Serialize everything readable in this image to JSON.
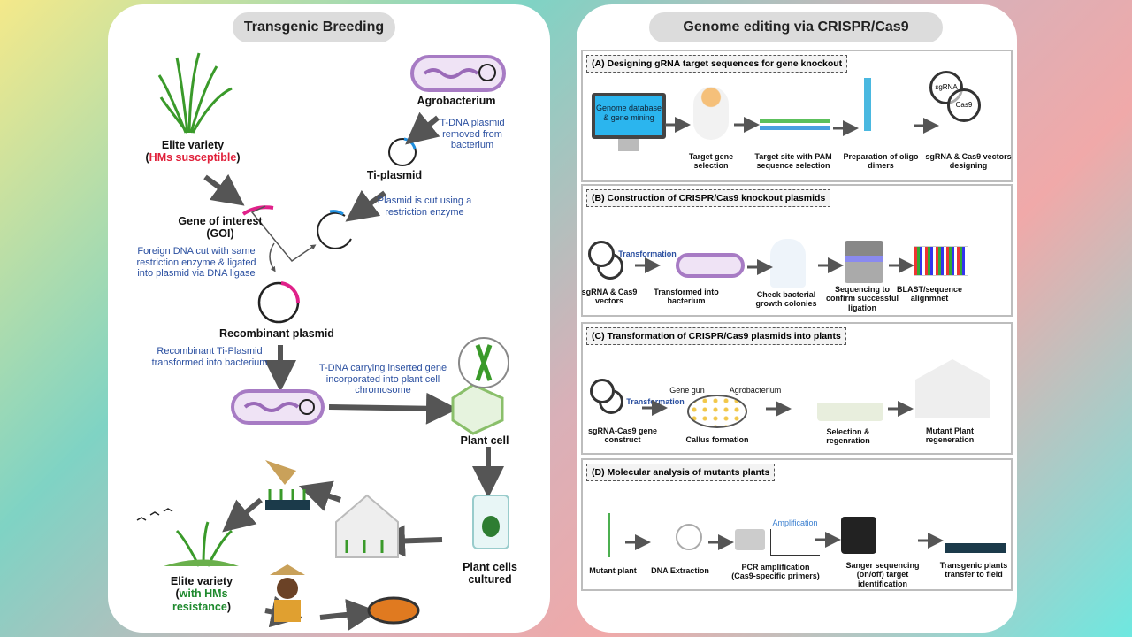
{
  "left": {
    "title": "Transgenic Breeding",
    "elite_variety": "Elite variety",
    "hms_susceptible": "HMs susceptible",
    "agrobacterium": "Agrobacterium",
    "tdna_removed": [
      "T-DNA plasmid",
      "removed from",
      "bacterium"
    ],
    "ti_plasmid": "Ti-plasmid",
    "plasmid_cut": [
      "Plasmid is cut using a",
      "restriction enzyme"
    ],
    "gene_of_interest": [
      "Gene of interest",
      "(GOI)"
    ],
    "foreign_dna": [
      "Foreign DNA cut with same",
      "restriction enzyme & ligated",
      "into plasmid via DNA ligase"
    ],
    "recombinant_plasmid": "Recombinant plasmid",
    "recombinant_ti": [
      "Recombinant Ti-Plasmid",
      "transformed into bacterium"
    ],
    "tdna_carrying": [
      "T-DNA carrying inserted gene",
      "incorporated into plant cell",
      "chromosome"
    ],
    "plant_cell": "Plant cell",
    "plant_cells_cultured": [
      "Plant cells",
      "cultured"
    ],
    "elite_variety_2": "Elite variety",
    "with_hms_resistance": [
      "with HMs",
      "resistance"
    ]
  },
  "right": {
    "title": "Genome editing via CRISPR/Cas9",
    "sections": [
      {
        "heading": "(A) Designing gRNA target sequences for gene knockout",
        "screen_text": [
          "Genome database",
          "& gene mining"
        ],
        "steps": [
          [
            "Target gene",
            "selection"
          ],
          [
            "Target site with PAM",
            "sequence selection"
          ],
          [
            "Preparation of oligo",
            "dimers"
          ],
          [
            "sgRNA & Cas9 vectors",
            "designing"
          ]
        ],
        "sgrna": "sgRNA",
        "cas9": "Cas9"
      },
      {
        "heading": "(B) Construction of CRISPR/Cas9 knockout plasmids",
        "transformation": "Transformation",
        "steps": [
          [
            "sgRNA & Cas9",
            "vectors"
          ],
          [
            "Transformed into",
            "bacterium"
          ],
          [
            "Check bacterial",
            "growth colonies"
          ],
          [
            "Sequencing to",
            "confirm successful",
            "ligation"
          ],
          [
            "BLAST/sequence",
            "alignmnet"
          ]
        ]
      },
      {
        "heading": "(C) Transformation of CRISPR/Cas9 plasmids into plants",
        "transformation": "Transformation",
        "gene_gun": "Gene gun",
        "agrobacterium": "Agrobacterium",
        "steps": [
          [
            "sgRNA-Cas9 gene",
            "construct"
          ],
          [
            "Callus formation"
          ],
          [
            "Selection &",
            "regenration"
          ],
          [
            "Mutant Plant",
            "regeneration"
          ]
        ]
      },
      {
        "heading": "(D) Molecular analysis of mutants plants",
        "amplification": "Amplification",
        "steps": [
          [
            "Mutant plant"
          ],
          [
            "DNA Extraction"
          ],
          [
            "PCR amplification",
            "(Cas9-specific primers)"
          ],
          [
            "Sanger sequencing",
            "(on/off) target",
            "identification"
          ],
          [
            "Transgenic plants",
            "transfer to field"
          ]
        ]
      }
    ]
  },
  "colors": {
    "label_blue": "#2a4fa0",
    "susceptible_red": "#e0203a",
    "resistance_green": "#1f8a2e",
    "goi_magenta": "#e0218a",
    "plasmid_blue": "#1e8fe0",
    "bacterium_purple": "#a77bc4"
  }
}
